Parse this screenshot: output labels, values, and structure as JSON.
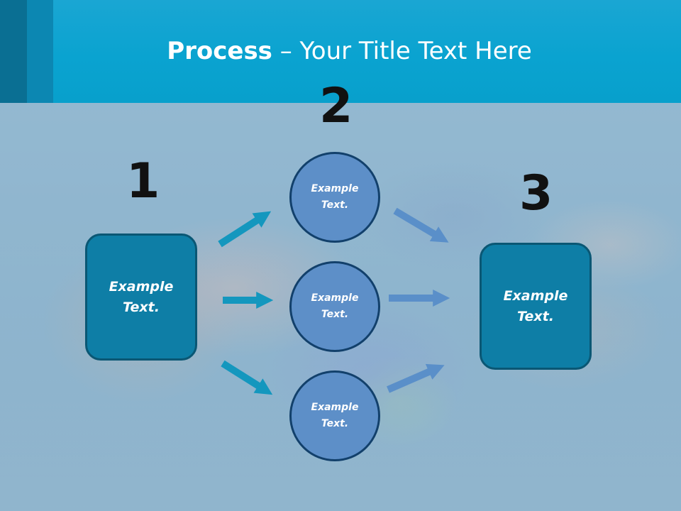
{
  "title": {
    "bold": "Process",
    "rest": " – Your Title Text Here"
  },
  "steps": {
    "one": "1",
    "two": "2",
    "three": "3"
  },
  "nodes": {
    "left_box": "Example\nText.",
    "circle_top": "Example\nText.",
    "circle_middle": "Example\nText.",
    "circle_bottom": "Example\nText.",
    "right_box": "Example\nText."
  },
  "colors": {
    "header": "#0aa3d0",
    "box_fill": "#0e7ea6",
    "circle_fill": "#5d8fc8",
    "arrow_left": "#1497be",
    "arrow_right": "#5a8fc9"
  }
}
